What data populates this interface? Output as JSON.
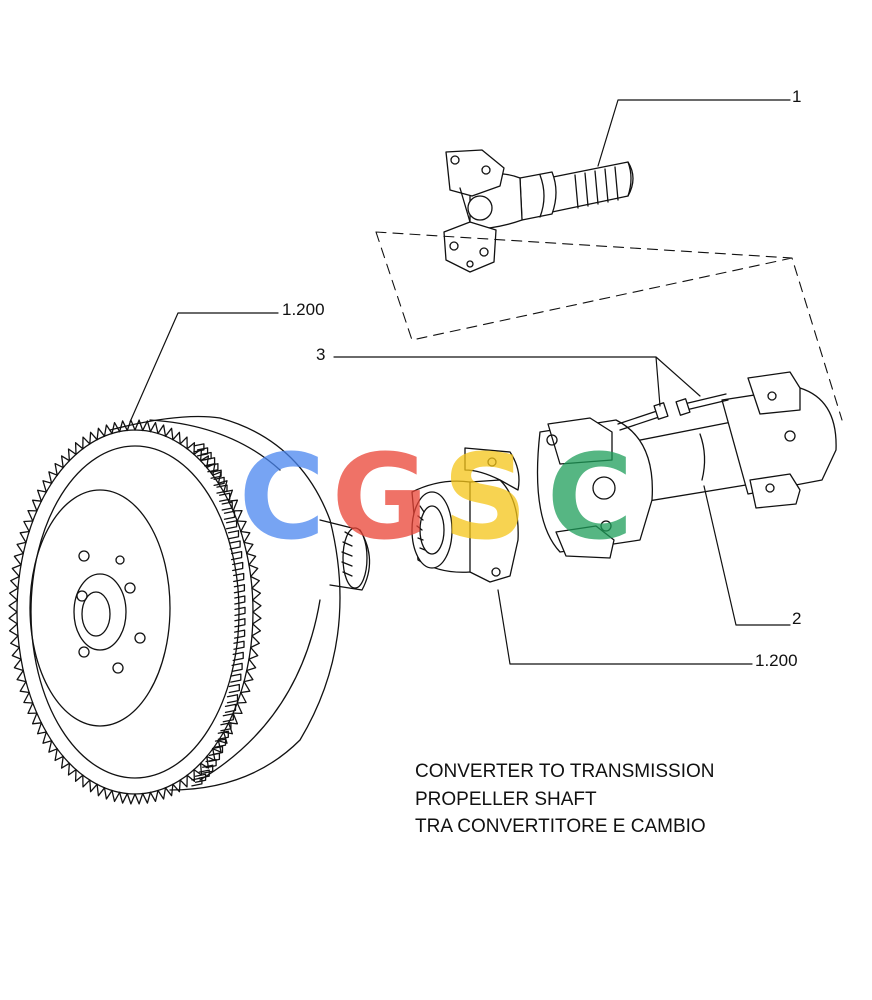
{
  "callouts": {
    "c1": "1",
    "c1200_top": "1.200",
    "c3": "3",
    "c2": "2",
    "c1200_bottom": "1.200"
  },
  "caption": {
    "line1": "CONVERTER TO TRANSMISSION",
    "line2": "PROPELLER SHAFT",
    "line3": "TRA CONVERTITORE E CAMBIO"
  },
  "watermark": {
    "text": "CGSC",
    "colors": [
      "#4a86f0",
      "#ea4335",
      "#f5c518",
      "#1e9e5a"
    ]
  }
}
